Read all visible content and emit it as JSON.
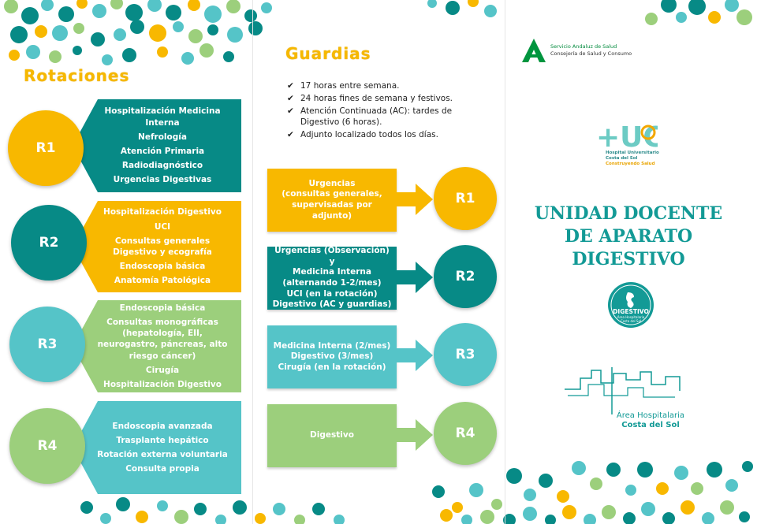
{
  "colors": {
    "teal_dark": "#078a86",
    "yellow": "#f8b800",
    "teal_light": "#55c4c8",
    "green_light": "#9ccf7c",
    "title_teal": "#139a96",
    "sas_green": "#008a3c"
  },
  "rotaciones": {
    "heading": "Rotaciones",
    "rows": [
      {
        "level": "R1",
        "items": [
          "Hospitalización Medicina Interna",
          "Nefrología",
          "Atención Primaria",
          "Radiodiagnóstico",
          "Urgencias Digestivas"
        ]
      },
      {
        "level": "R2",
        "items": [
          "Hospitalización Digestivo",
          "UCI",
          "Consultas generales Digestivo y ecografía",
          "Endoscopia básica",
          "Anatomía Patológica"
        ]
      },
      {
        "level": "R3",
        "items": [
          "Endoscopia básica",
          "Consultas monográficas (hepatología, EII, neurogastro, páncreas, alto riesgo cáncer)",
          "Cirugía",
          "Hospitalización Digestivo"
        ]
      },
      {
        "level": "R4",
        "items": [
          "Endoscopia avanzada",
          "Trasplante hepático",
          "Rotación externa voluntaria",
          "Consulta propia"
        ]
      }
    ]
  },
  "guardias": {
    "heading": "Guardias",
    "bullets": [
      "17 horas entre semana.",
      "24 horas fines de semana y festivos.",
      "Atención Continuada (AC): tardes de Digestivo (6 horas).",
      "Adjunto localizado todos los días."
    ],
    "check_icon": "check-icon",
    "rows": [
      {
        "level": "R1",
        "lines": [
          "Urgencias",
          "(consultas generales,",
          "supervisadas por adjunto)"
        ]
      },
      {
        "level": "R2",
        "lines": [
          "Urgencias (Observación) y",
          "Medicina Interna",
          "(alternando 1-2/mes)",
          "UCI (en la rotación)",
          "Digestivo (AC y guardias)"
        ]
      },
      {
        "level": "R3",
        "lines": [
          "Medicina Interna (2/mes)",
          "Digestivo (3/mes)",
          "Cirugía (en la rotación)"
        ]
      },
      {
        "level": "R4",
        "lines": [
          "Digestivo"
        ]
      }
    ]
  },
  "cover": {
    "sas_line1": "Servicio Andaluz de Salud",
    "sas_line2": "Consejería de Salud y Consumo",
    "huc_line1": "Hospital Universitario",
    "huc_line2": "Costa del Sol",
    "huc_line3": "Construyendo Salud",
    "title_lines": [
      "UNIDAD DOCENTE",
      "DE APARATO",
      "DIGESTIVO"
    ],
    "badge_title": "DIGESTIVO",
    "badge_line1": "Área Hospitalaria",
    "badge_line2": "Costa del Sol",
    "area_line1": "Área Hospitalaria",
    "area_line2": "Costa del Sol"
  }
}
